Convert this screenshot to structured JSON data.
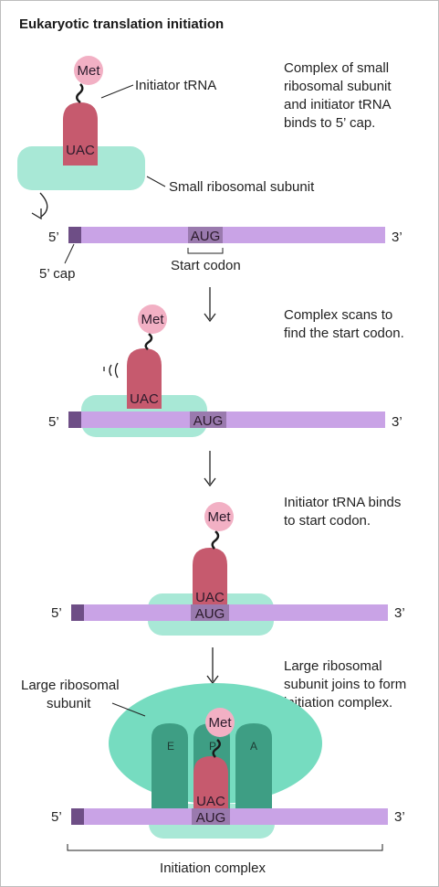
{
  "title": "Eukaryotic translation initiation",
  "colors": {
    "mrna": "#c9a3e6",
    "cap": "#6e4e86",
    "codon_box": "#9a7aae",
    "small_subunit": "#a8e8d6",
    "large_subunit": "#76dcc0",
    "site_column": "#3e9e84",
    "trna": "#c65a6e",
    "met": "#f2b0c4"
  },
  "labels": {
    "met": "Met",
    "anticodon": "UAC",
    "codon": "AUG",
    "five_prime": "5’",
    "three_prime": "3’",
    "initiator_trna": "Initiator tRNA",
    "small_subunit": "Small ribosomal subunit",
    "five_cap": "5’ cap",
    "start_codon": "Start codon",
    "large_subunit_line1": "Large ribosomal",
    "large_subunit_line2": "subunit",
    "initiation_complex": "Initiation complex",
    "sites": {
      "e": "E",
      "p": "P",
      "a": "A"
    }
  },
  "steps": [
    {
      "line1": "Complex of small",
      "line2": "ribosomal subunit",
      "line3": "and initiator tRNA",
      "line4": "binds to 5’ cap."
    },
    {
      "line1": "Complex scans to",
      "line2": "find the start codon."
    },
    {
      "line1": "Initiator tRNA binds",
      "line2": "to start codon."
    },
    {
      "line1": "Large ribosomal",
      "line2": "subunit joins to form",
      "line3": "initiation complex."
    }
  ]
}
